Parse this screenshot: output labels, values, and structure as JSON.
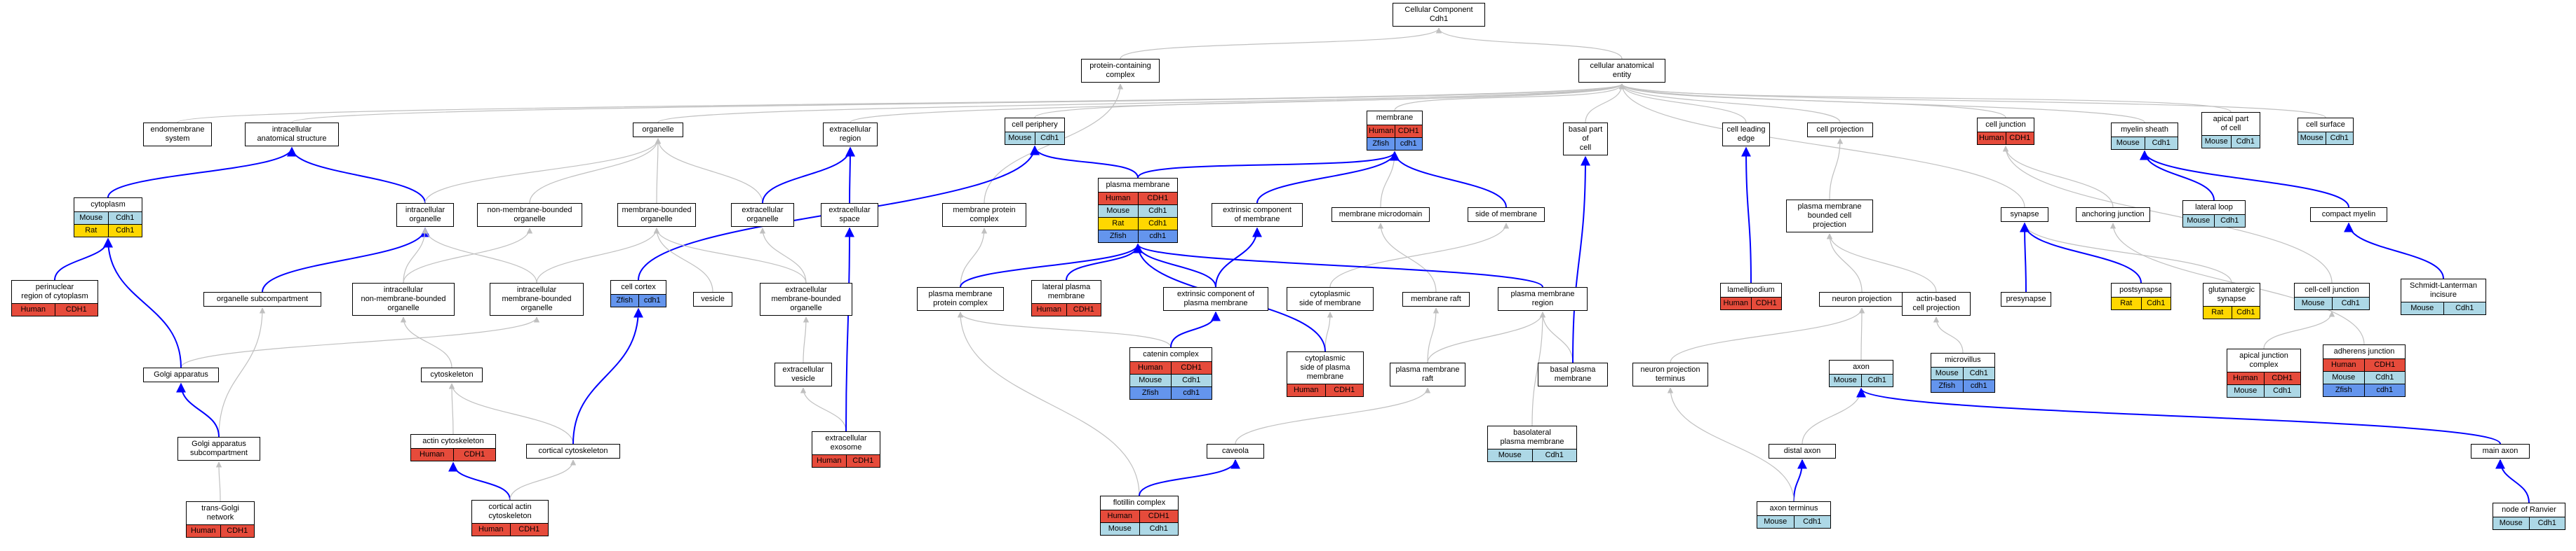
{
  "colors": {
    "edge_grey": "#c0c0c0",
    "edge_blue": "#0000ff",
    "Human": "#e64b3b",
    "Mouse": "#add8e6",
    "Rat": "#ffd700",
    "Zfish": "#6495ed"
  },
  "nodes": [
    {
      "id": "cc",
      "label": "Cellular Component\nCdh1",
      "genes": []
    },
    {
      "id": "pcc",
      "label": "protein-containing\ncomplex",
      "genes": []
    },
    {
      "id": "cae",
      "label": "cellular anatomical\nentity",
      "genes": []
    },
    {
      "id": "endo",
      "label": "endomembrane\nsystem",
      "genes": []
    },
    {
      "id": "ias",
      "label": "intracellular\nanatomical structure",
      "genes": []
    },
    {
      "id": "org",
      "label": "organelle",
      "genes": []
    },
    {
      "id": "ecr",
      "label": "extracellular\nregion",
      "genes": []
    },
    {
      "id": "cp",
      "label": "cell periphery",
      "genes": [
        [
          "Mouse",
          "Cdh1"
        ]
      ]
    },
    {
      "id": "mem",
      "label": "membrane",
      "genes": [
        [
          "Human",
          "CDH1"
        ],
        [
          "Zfish",
          "cdh1"
        ]
      ]
    },
    {
      "id": "bpc",
      "label": "basal part of\ncell",
      "genes": []
    },
    {
      "id": "cle",
      "label": "cell leading\nedge",
      "genes": []
    },
    {
      "id": "cproj",
      "label": "cell projection",
      "genes": []
    },
    {
      "id": "cj",
      "label": "cell junction",
      "genes": [
        [
          "Human",
          "CDH1"
        ]
      ]
    },
    {
      "id": "ms",
      "label": "myelin sheath",
      "genes": [
        [
          "Mouse",
          "Cdh1"
        ]
      ]
    },
    {
      "id": "apc",
      "label": "apical part\nof cell",
      "genes": [
        [
          "Mouse",
          "Cdh1"
        ]
      ]
    },
    {
      "id": "cs",
      "label": "cell surface",
      "genes": [
        [
          "Mouse",
          "Cdh1"
        ]
      ]
    },
    {
      "id": "cyto",
      "label": "cytoplasm",
      "genes": [
        [
          "Mouse",
          "Cdh1"
        ],
        [
          "Rat",
          "Cdh1"
        ]
      ]
    },
    {
      "id": "io",
      "label": "intracellular\norganelle",
      "genes": []
    },
    {
      "id": "nmbo",
      "label": "non-membrane-bounded\norganelle",
      "genes": []
    },
    {
      "id": "mbo",
      "label": "membrane-bounded\norganelle",
      "genes": []
    },
    {
      "id": "eco",
      "label": "extracellular\norganelle",
      "genes": []
    },
    {
      "id": "ecs",
      "label": "extracellular\nspace",
      "genes": []
    },
    {
      "id": "pm",
      "label": "plasma membrane",
      "genes": [
        [
          "Human",
          "CDH1"
        ],
        [
          "Mouse",
          "Cdh1"
        ],
        [
          "Rat",
          "Cdh1"
        ],
        [
          "Zfish",
          "cdh1"
        ]
      ]
    },
    {
      "id": "mpc",
      "label": "membrane protein\ncomplex",
      "genes": []
    },
    {
      "id": "ecm",
      "label": "extrinsic component\nof membrane",
      "genes": []
    },
    {
      "id": "mmd",
      "label": "membrane microdomain",
      "genes": []
    },
    {
      "id": "som",
      "label": "side of membrane",
      "genes": []
    },
    {
      "id": "pmbcp",
      "label": "plasma membrane\nbounded cell\nprojection",
      "genes": []
    },
    {
      "id": "syn",
      "label": "synapse",
      "genes": []
    },
    {
      "id": "aj",
      "label": "anchoring junction",
      "genes": []
    },
    {
      "id": "ll",
      "label": "lateral loop",
      "genes": [
        [
          "Mouse",
          "Cdh1"
        ]
      ]
    },
    {
      "id": "cm",
      "label": "compact myelin",
      "genes": []
    },
    {
      "id": "prc",
      "label": "perinuclear\nregion of cytoplasm",
      "genes": [
        [
          "Human",
          "CDH1"
        ]
      ]
    },
    {
      "id": "os",
      "label": "organelle subcompartment",
      "genes": []
    },
    {
      "id": "inmbo",
      "label": "intracellular\nnon-membrane-bounded\norganelle",
      "genes": []
    },
    {
      "id": "imbo",
      "label": "intracellular\nmembrane-bounded\norganelle",
      "genes": []
    },
    {
      "id": "ccx",
      "label": "cell cortex",
      "genes": [
        [
          "Zfish",
          "cdh1"
        ]
      ]
    },
    {
      "id": "ves",
      "label": "vesicle",
      "genes": []
    },
    {
      "id": "ecmbo",
      "label": "extracellular\nmembrane-bounded\norganelle",
      "genes": []
    },
    {
      "id": "pmpc",
      "label": "plasma membrane\nprotein complex",
      "genes": []
    },
    {
      "id": "lpm",
      "label": "lateral plasma\nmembrane",
      "genes": [
        [
          "Human",
          "CDH1"
        ]
      ]
    },
    {
      "id": "ecpm",
      "label": "extrinsic component of\nplasma membrane",
      "genes": []
    },
    {
      "id": "csm",
      "label": "cytoplasmic\nside of membrane",
      "genes": []
    },
    {
      "id": "mr",
      "label": "membrane raft",
      "genes": []
    },
    {
      "id": "pmr",
      "label": "plasma membrane\nregion",
      "genes": []
    },
    {
      "id": "lam",
      "label": "lamellipodium",
      "genes": [
        [
          "Human",
          "CDH1"
        ]
      ]
    },
    {
      "id": "np",
      "label": "neuron projection",
      "genes": []
    },
    {
      "id": "psd",
      "label": "postsynapse",
      "genes": [
        [
          "Rat",
          "Cdh1"
        ]
      ]
    },
    {
      "id": "glu",
      "label": "glutamatergic\nsynapse",
      "genes": [
        [
          "Rat",
          "Cdh1"
        ]
      ]
    },
    {
      "id": "ccj",
      "label": "cell-cell junction",
      "genes": [
        [
          "Mouse",
          "Cdh1"
        ]
      ]
    },
    {
      "id": "sli",
      "label": "Schmidt-Lanterman\nincisure",
      "genes": [
        [
          "Mouse",
          "Cdh1"
        ]
      ]
    },
    {
      "id": "ga",
      "label": "Golgi apparatus",
      "genes": []
    },
    {
      "id": "csk",
      "label": "cytoskeleton",
      "genes": []
    },
    {
      "id": "ecv",
      "label": "extracellular\nvesicle",
      "genes": []
    },
    {
      "id": "catc",
      "label": "catenin complex",
      "genes": [
        [
          "Human",
          "CDH1"
        ],
        [
          "Mouse",
          "Cdh1"
        ],
        [
          "Zfish",
          "cdh1"
        ]
      ]
    },
    {
      "id": "cspm",
      "label": "cytoplasmic\nside of plasma\nmembrane",
      "genes": [
        [
          "Human",
          "CDH1"
        ]
      ]
    },
    {
      "id": "pmraft",
      "label": "plasma membrane\nraft",
      "genes": []
    },
    {
      "id": "bpm",
      "label": "basal plasma\nmembrane",
      "genes": []
    },
    {
      "id": "npt",
      "label": "neuron projection\nterminus",
      "genes": []
    },
    {
      "id": "mv",
      "label": "microvillus",
      "genes": [
        [
          "Mouse",
          "Cdh1"
        ],
        [
          "Zfish",
          "cdh1"
        ]
      ]
    },
    {
      "id": "axon",
      "label": "axon",
      "genes": [
        [
          "Mouse",
          "Cdh1"
        ]
      ]
    },
    {
      "id": "pres",
      "label": "presynapse",
      "genes": []
    },
    {
      "id": "abcp",
      "label": "actin-based\ncell projection",
      "genes": []
    },
    {
      "id": "ajc",
      "label": "apical junction\ncomplex",
      "genes": [
        [
          "Human",
          "CDH1"
        ],
        [
          "Mouse",
          "Cdh1"
        ]
      ]
    },
    {
      "id": "aju",
      "label": "adherens junction",
      "genes": [
        [
          "Human",
          "CDH1"
        ],
        [
          "Mouse",
          "Cdh1"
        ],
        [
          "Zfish",
          "cdh1"
        ]
      ]
    },
    {
      "id": "gas",
      "label": "Golgi apparatus\nsubcompartment",
      "genes": []
    },
    {
      "id": "acsk",
      "label": "actin cytoskeleton",
      "genes": [
        [
          "Human",
          "CDH1"
        ]
      ]
    },
    {
      "id": "ccsk",
      "label": "cortical cytoskeleton",
      "genes": []
    },
    {
      "id": "ecx",
      "label": "extracellular\nexosome",
      "genes": [
        [
          "Human",
          "CDH1"
        ]
      ]
    },
    {
      "id": "cav",
      "label": "caveola",
      "genes": []
    },
    {
      "id": "bpmem",
      "label": "basolateral\nplasma membrane",
      "genes": [
        [
          "Mouse",
          "Cdh1"
        ]
      ]
    },
    {
      "id": "dax",
      "label": "distal axon",
      "genes": []
    },
    {
      "id": "mainax",
      "label": "main axon",
      "genes": []
    },
    {
      "id": "tgn",
      "label": "trans-Golgi\nnetwork",
      "genes": [
        [
          "Human",
          "CDH1"
        ]
      ]
    },
    {
      "id": "cacsk",
      "label": "cortical actin\ncytoskeleton",
      "genes": [
        [
          "Human",
          "CDH1"
        ]
      ]
    },
    {
      "id": "flot",
      "label": "flotillin complex",
      "genes": [
        [
          "Human",
          "CDH1"
        ],
        [
          "Mouse",
          "Cdh1"
        ]
      ]
    },
    {
      "id": "axt",
      "label": "axon terminus",
      "genes": [
        [
          "Mouse",
          "Cdh1"
        ]
      ]
    },
    {
      "id": "nor",
      "label": "node of Ranvier",
      "genes": [
        [
          "Mouse",
          "Cdh1"
        ]
      ]
    }
  ],
  "edges": [
    [
      "pcc",
      "cc",
      "grey"
    ],
    [
      "cae",
      "cc",
      "grey"
    ],
    [
      "endo",
      "cae",
      "grey"
    ],
    [
      "ias",
      "cae",
      "grey"
    ],
    [
      "org",
      "cae",
      "grey"
    ],
    [
      "ecr",
      "cae",
      "grey"
    ],
    [
      "cp",
      "cae",
      "grey"
    ],
    [
      "mem",
      "cae",
      "grey"
    ],
    [
      "bpc",
      "cae",
      "grey"
    ],
    [
      "cle",
      "cae",
      "grey"
    ],
    [
      "cproj",
      "cae",
      "grey"
    ],
    [
      "cj",
      "cae",
      "grey"
    ],
    [
      "ms",
      "cae",
      "grey"
    ],
    [
      "apc",
      "cae",
      "grey"
    ],
    [
      "cs",
      "cae",
      "grey"
    ],
    [
      "cyto",
      "ias",
      "blue"
    ],
    [
      "io",
      "ias",
      "blue"
    ],
    [
      "io",
      "org",
      "grey"
    ],
    [
      "nmbo",
      "org",
      "grey"
    ],
    [
      "mbo",
      "org",
      "grey"
    ],
    [
      "eco",
      "org",
      "grey"
    ],
    [
      "eco",
      "ecr",
      "blue"
    ],
    [
      "ecs",
      "ecr",
      "blue"
    ],
    [
      "pm",
      "cp",
      "blue"
    ],
    [
      "pm",
      "mem",
      "blue"
    ],
    [
      "mpc",
      "pcc",
      "grey"
    ],
    [
      "ecm",
      "mem",
      "blue"
    ],
    [
      "mmd",
      "mem",
      "grey"
    ],
    [
      "som",
      "mem",
      "blue"
    ],
    [
      "pmbcp",
      "cproj",
      "grey"
    ],
    [
      "syn",
      "cae",
      "grey"
    ],
    [
      "aj",
      "cj",
      "grey"
    ],
    [
      "ll",
      "ms",
      "blue"
    ],
    [
      "cm",
      "ms",
      "blue"
    ],
    [
      "prc",
      "cyto",
      "blue"
    ],
    [
      "os",
      "io",
      "blue"
    ],
    [
      "inmbo",
      "io",
      "grey"
    ],
    [
      "inmbo",
      "nmbo",
      "grey"
    ],
    [
      "imbo",
      "io",
      "grey"
    ],
    [
      "imbo",
      "mbo",
      "grey"
    ],
    [
      "ccx",
      "cp",
      "blue"
    ],
    [
      "ves",
      "mbo",
      "grey"
    ],
    [
      "ecmbo",
      "eco",
      "grey"
    ],
    [
      "ecmbo",
      "mbo",
      "grey"
    ],
    [
      "pmpc",
      "mpc",
      "grey"
    ],
    [
      "pmpc",
      "pm",
      "blue"
    ],
    [
      "lpm",
      "pm",
      "blue"
    ],
    [
      "ecpm",
      "ecm",
      "blue"
    ],
    [
      "ecpm",
      "pm",
      "blue"
    ],
    [
      "csm",
      "som",
      "grey"
    ],
    [
      "mr",
      "mmd",
      "grey"
    ],
    [
      "pmr",
      "pm",
      "blue"
    ],
    [
      "lam",
      "cle",
      "blue"
    ],
    [
      "np",
      "pmbcp",
      "grey"
    ],
    [
      "psd",
      "syn",
      "blue"
    ],
    [
      "glu",
      "syn",
      "grey"
    ],
    [
      "ccj",
      "cj",
      "grey"
    ],
    [
      "sli",
      "cm",
      "blue"
    ],
    [
      "ga",
      "imbo",
      "grey"
    ],
    [
      "ga",
      "cyto",
      "blue"
    ],
    [
      "csk",
      "inmbo",
      "grey"
    ],
    [
      "ecv",
      "ecmbo",
      "grey"
    ],
    [
      "catc",
      "pmpc",
      "grey"
    ],
    [
      "catc",
      "ecpm",
      "blue"
    ],
    [
      "cspm",
      "csm",
      "grey"
    ],
    [
      "cspm",
      "pm",
      "blue"
    ],
    [
      "pmraft",
      "mr",
      "grey"
    ],
    [
      "pmraft",
      "pmr",
      "grey"
    ],
    [
      "bpm",
      "pmr",
      "grey"
    ],
    [
      "bpm",
      "bpc",
      "blue"
    ],
    [
      "npt",
      "np",
      "grey"
    ],
    [
      "mv",
      "abcp",
      "grey"
    ],
    [
      "axon",
      "np",
      "grey"
    ],
    [
      "pres",
      "syn",
      "blue"
    ],
    [
      "abcp",
      "pmbcp",
      "grey"
    ],
    [
      "ajc",
      "ccj",
      "grey"
    ],
    [
      "aju",
      "aj",
      "grey"
    ],
    [
      "gas",
      "os",
      "grey"
    ],
    [
      "gas",
      "ga",
      "blue"
    ],
    [
      "acsk",
      "csk",
      "grey"
    ],
    [
      "ccsk",
      "csk",
      "grey"
    ],
    [
      "ccsk",
      "ccx",
      "blue"
    ],
    [
      "ecx",
      "ecv",
      "grey"
    ],
    [
      "ecx",
      "ecs",
      "blue"
    ],
    [
      "cav",
      "pmraft",
      "grey"
    ],
    [
      "bpmem",
      "pmr",
      "grey"
    ],
    [
      "dax",
      "axon",
      "grey"
    ],
    [
      "mainax",
      "axon",
      "blue"
    ],
    [
      "tgn",
      "gas",
      "grey"
    ],
    [
      "cacsk",
      "acsk",
      "blue"
    ],
    [
      "cacsk",
      "ccsk",
      "grey"
    ],
    [
      "flot",
      "pmpc",
      "grey"
    ],
    [
      "flot",
      "cav",
      "blue"
    ],
    [
      "axt",
      "dax",
      "blue"
    ],
    [
      "axt",
      "npt",
      "grey"
    ],
    [
      "nor",
      "mainax",
      "blue"
    ]
  ]
}
